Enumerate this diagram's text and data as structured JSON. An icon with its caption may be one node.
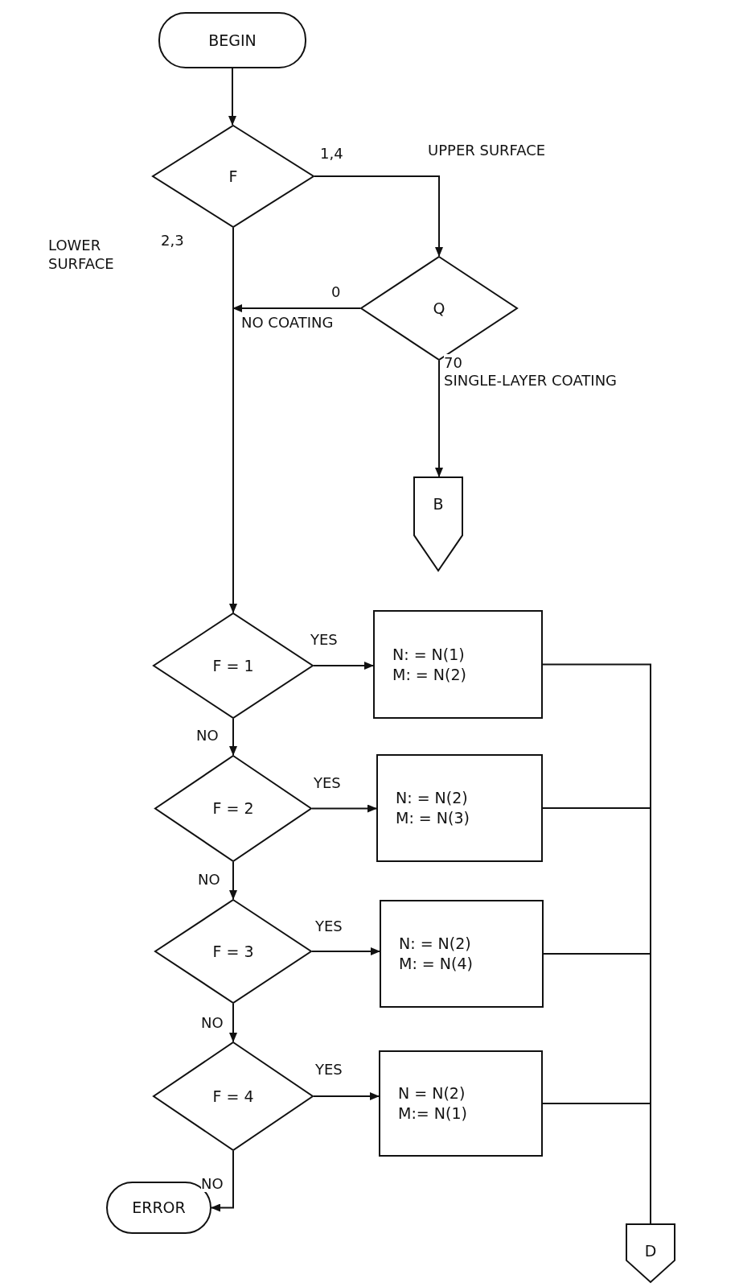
{
  "diagram": {
    "nodes": [
      {
        "text": [
          "BEGIN"
        ]
      },
      {
        "text": [
          "F"
        ]
      },
      {
        "text": [
          "Q"
        ]
      },
      {
        "text": [
          "B"
        ]
      },
      {
        "text": [
          "F = 1"
        ]
      },
      {
        "text": [
          "N: = N(1)",
          "M: = N(2)"
        ]
      },
      {
        "text": [
          "F = 2"
        ]
      },
      {
        "text": [
          "N: = N(2)",
          "M: = N(3)"
        ]
      },
      {
        "text": [
          "F = 3"
        ]
      },
      {
        "text": [
          "N: = N(2)",
          "M: = N(4)"
        ]
      },
      {
        "text": [
          "F = 4"
        ]
      },
      {
        "text": [
          "N = N(2)",
          "M:= N(1)"
        ]
      },
      {
        "text": [
          "ERROR"
        ]
      },
      {
        "text": [
          "D"
        ]
      }
    ],
    "edges": [
      {
        "from": 0,
        "to": 1,
        "arrow": "to"
      },
      {
        "from": 1,
        "to": 2,
        "arrow": "to",
        "label": "1,4"
      },
      {
        "from": 2,
        "to": 4,
        "arrow": "to",
        "label": "0"
      },
      {
        "from": 2,
        "to": 3,
        "arrow": "to",
        "label": "70"
      },
      {
        "from": 1,
        "to": 4,
        "arrow": "none",
        "label": "2,3"
      },
      {
        "from": 4,
        "to": 5,
        "arrow": "to",
        "label": "YES"
      },
      {
        "from": 4,
        "to": 6,
        "arrow": "to",
        "label": "NO"
      },
      {
        "from": 6,
        "to": 7,
        "arrow": "to",
        "label": "YES"
      },
      {
        "from": 6,
        "to": 8,
        "arrow": "to",
        "label": "NO"
      },
      {
        "from": 8,
        "to": 9,
        "arrow": "to",
        "label": "YES"
      },
      {
        "from": 8,
        "to": 10,
        "arrow": "to",
        "label": "NO"
      },
      {
        "from": 10,
        "to": 11,
        "arrow": "to",
        "label": "YES"
      },
      {
        "from": 10,
        "to": 12,
        "arrow": "to",
        "label": "NO"
      },
      {
        "from": 5,
        "to": 13,
        "arrow": "none"
      },
      {
        "from": 7,
        "to": 13,
        "arrow": "none"
      },
      {
        "from": 9,
        "to": 13,
        "arrow": "none"
      },
      {
        "from": 11,
        "to": 13,
        "arrow": "none"
      }
    ],
    "labels": [
      "UPPER SURFACE",
      "LOWER SURFACE",
      "NO COATING",
      "SINGLE-LAYER COATING"
    ]
  }
}
